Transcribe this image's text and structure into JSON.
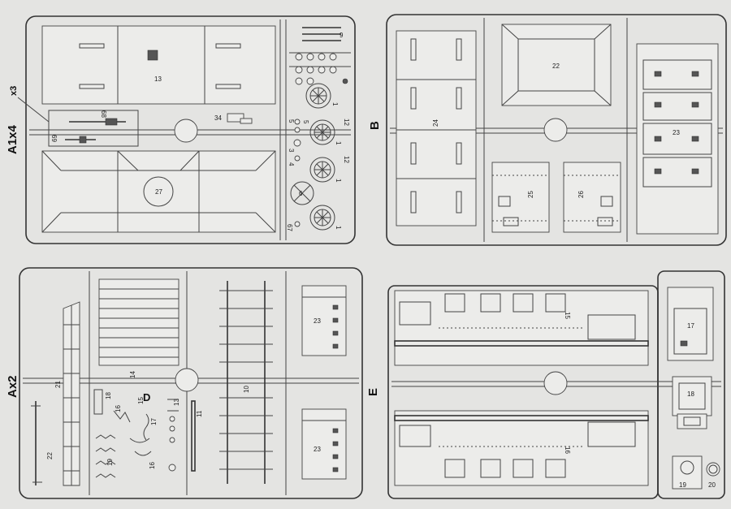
{
  "sprues": {
    "a1": {
      "letter": "A1",
      "count": "x4",
      "extra_count": "x3"
    },
    "b": {
      "letter": "B"
    },
    "a2": {
      "letter": "A",
      "count": "x2"
    },
    "e": {
      "letter": "E"
    }
  },
  "parts": {
    "a1": {
      "p13": "13",
      "p27": "27",
      "p34": "34",
      "p68": "68",
      "p69": "69",
      "p9": "9",
      "p1a": "1",
      "p1b": "1",
      "p1c": "1",
      "p1d": "1",
      "p3": "3",
      "p12a": "12",
      "p12b": "12",
      "p4": "4",
      "p5a": "5",
      "p5b": "5",
      "p67": "67",
      "p6": "6"
    },
    "b": {
      "p22": "22",
      "p23": "23",
      "p24": "24",
      "p25": "25",
      "p26": "26"
    },
    "a2": {
      "p21": "21",
      "p22": "22",
      "p14": "14",
      "p18": "18",
      "p16a": "16",
      "p17": "17",
      "p15": "15",
      "p13": "13",
      "p11": "11",
      "p19": "19",
      "p16b": "16",
      "p10": "10",
      "p23a": "23",
      "p23b": "23",
      "pD": "D"
    },
    "e": {
      "p15": "15",
      "p16": "16",
      "p17": "17",
      "p18": "18",
      "p19": "19",
      "p20": "20"
    }
  }
}
